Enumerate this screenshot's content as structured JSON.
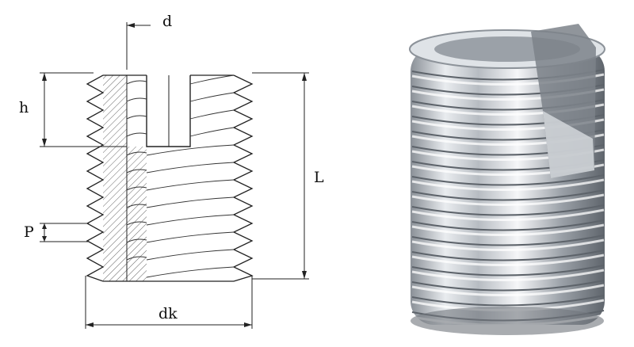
{
  "drawing": {
    "labels": {
      "d": "d",
      "h": "h",
      "L": "L",
      "P": "P",
      "dk": "dk"
    }
  },
  "photo": {
    "subject": "stainless-steel-threaded-insert",
    "colors": {
      "metal_light": "#f2f4f6",
      "metal_mid": "#b9bec4",
      "metal_dark": "#6d737a"
    }
  },
  "colors": {
    "line": "#222222",
    "hatch": "#555555",
    "background": "#ffffff"
  }
}
